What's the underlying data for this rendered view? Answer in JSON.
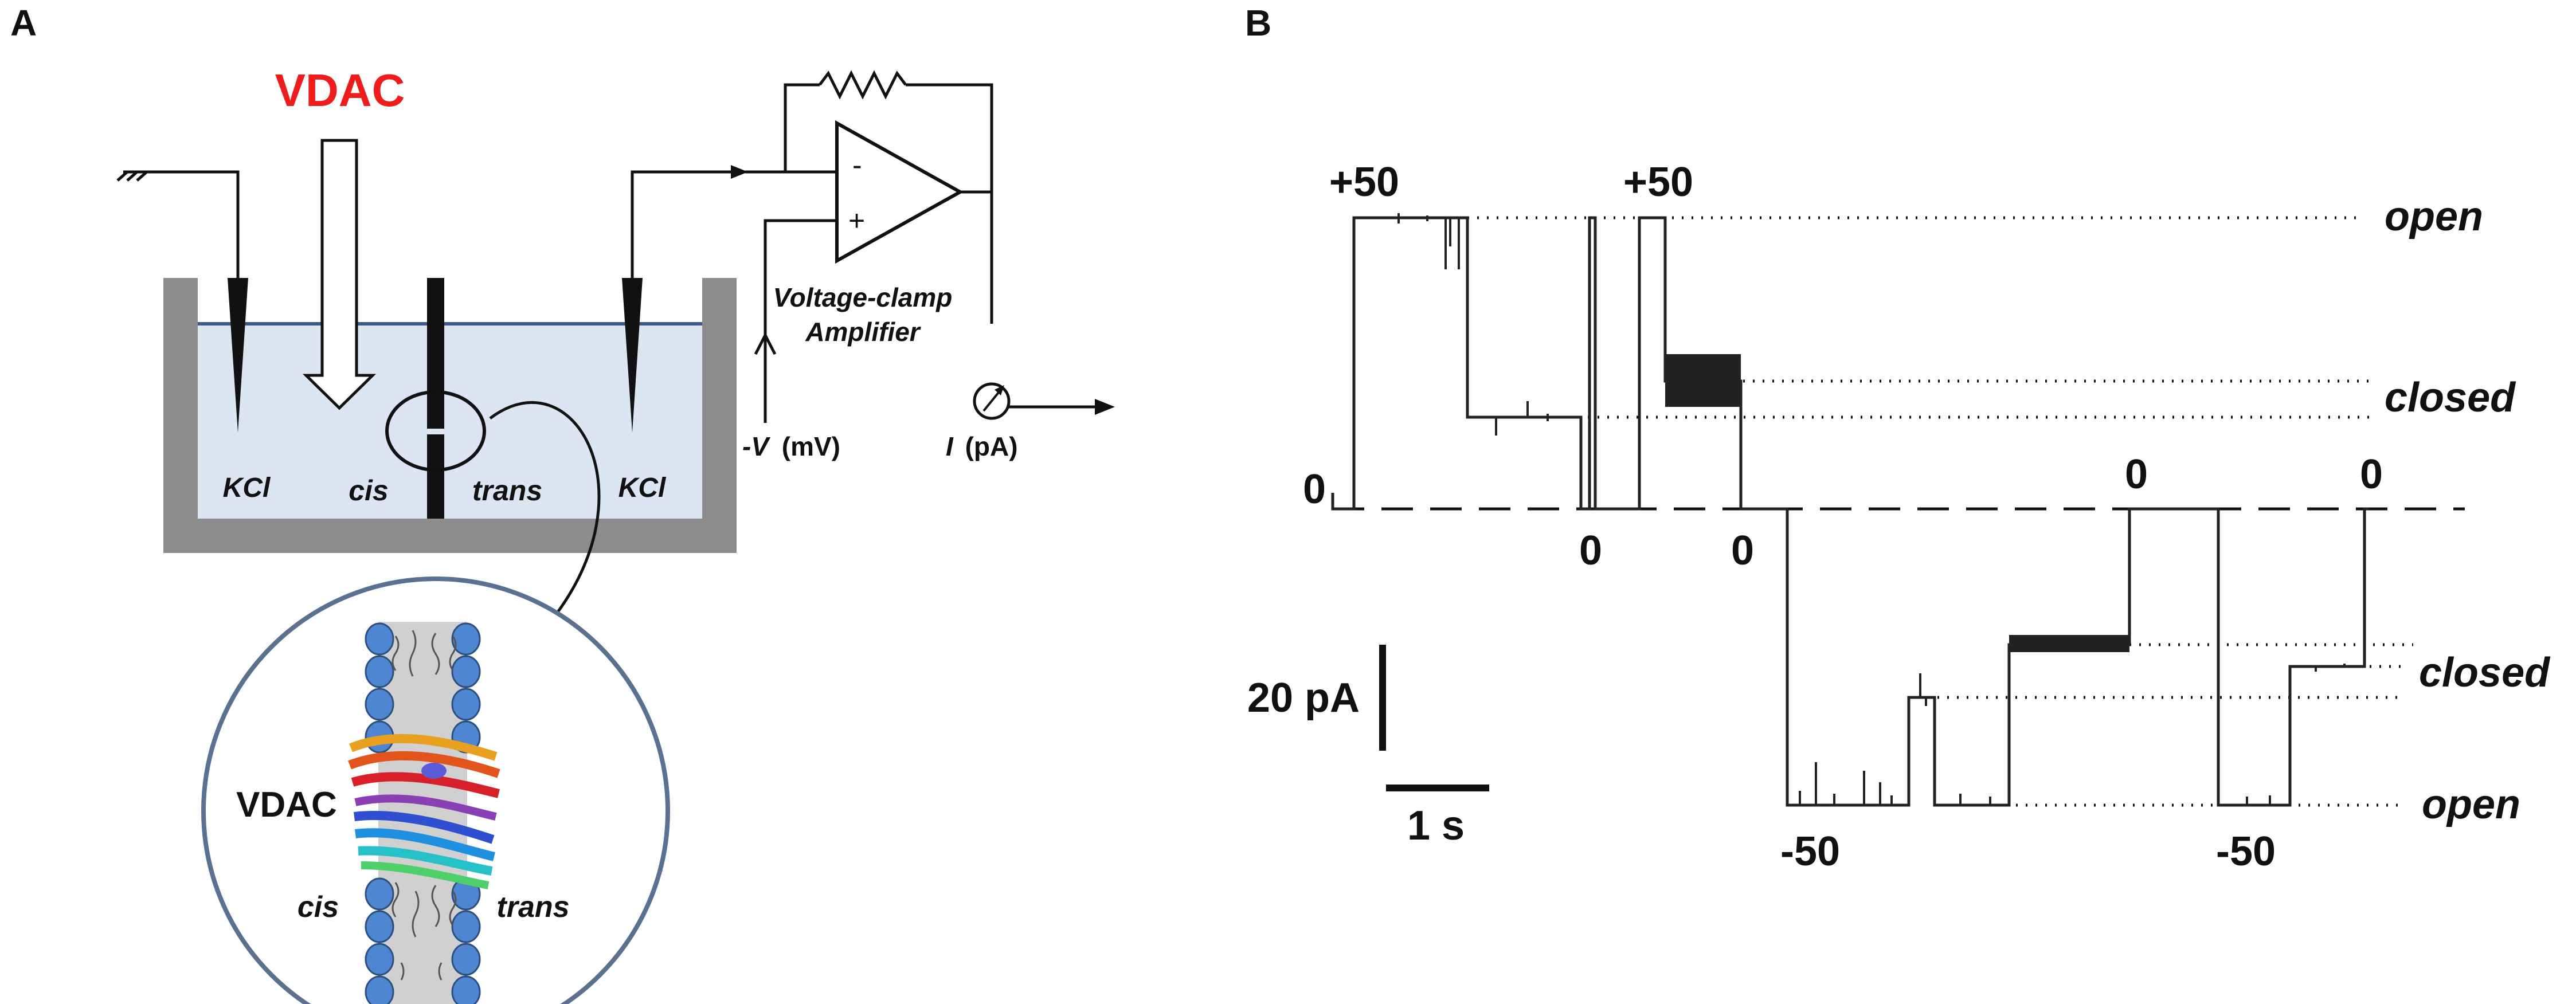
{
  "panel_a": {
    "panel_label": "A",
    "vdac_title": "VDAC",
    "solution_left": "KCl",
    "solution_right": "KCl",
    "side_cis": "cis",
    "side_trans": "trans",
    "amp_minus": "-",
    "amp_plus": "+",
    "amplifier_line1": "Voltage-clamp",
    "amplifier_line2": "Amplifier",
    "voltage_symbol": "-V",
    "voltage_unit": "(mV)",
    "current_symbol": "I",
    "current_unit": "(pA)",
    "inset_protein_label": "VDAC",
    "inset_cis": "cis",
    "inset_trans": "trans",
    "colors": {
      "vdac_title": "#ee1c1c",
      "bath": "#dce6f2",
      "chamber": "#8c8c8c",
      "inset_border": "#5a7190",
      "lipid_head": "#4f86d1"
    }
  },
  "panel_b": {
    "panel_label": "B",
    "voltage_labels": [
      "+50",
      "+50",
      "0",
      "0",
      "0",
      "0",
      "0",
      "-50",
      "-50"
    ],
    "state_labels": [
      "open",
      "closed",
      "closed",
      "open"
    ],
    "scale_current": "20 pA",
    "scale_time": "1 s"
  }
}
